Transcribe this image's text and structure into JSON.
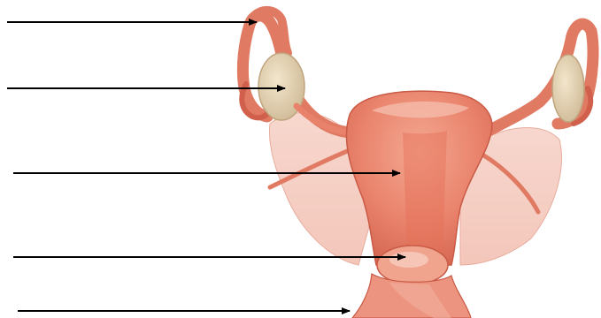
{
  "diagram": {
    "subject": "female-reproductive-organs",
    "labels": [
      "",
      "",
      "",
      "",
      ""
    ],
    "pointers": [
      {
        "name": "fallopian-tube-pointer",
        "label": ""
      },
      {
        "name": "ovary-pointer",
        "label": ""
      },
      {
        "name": "uterus-pointer",
        "label": ""
      },
      {
        "name": "cervix-pointer",
        "label": ""
      },
      {
        "name": "vagina-pointer",
        "label": ""
      }
    ]
  },
  "colors": {
    "tissue": "#e8826a",
    "tissue_dark": "#c95a45",
    "tissue_light": "#f2b19e",
    "ligament": "#f6d0c6",
    "ovary": "#e9d6b6",
    "ovary_shadow": "#cdb894",
    "arrow": "#000000",
    "background": "#ffffff"
  }
}
